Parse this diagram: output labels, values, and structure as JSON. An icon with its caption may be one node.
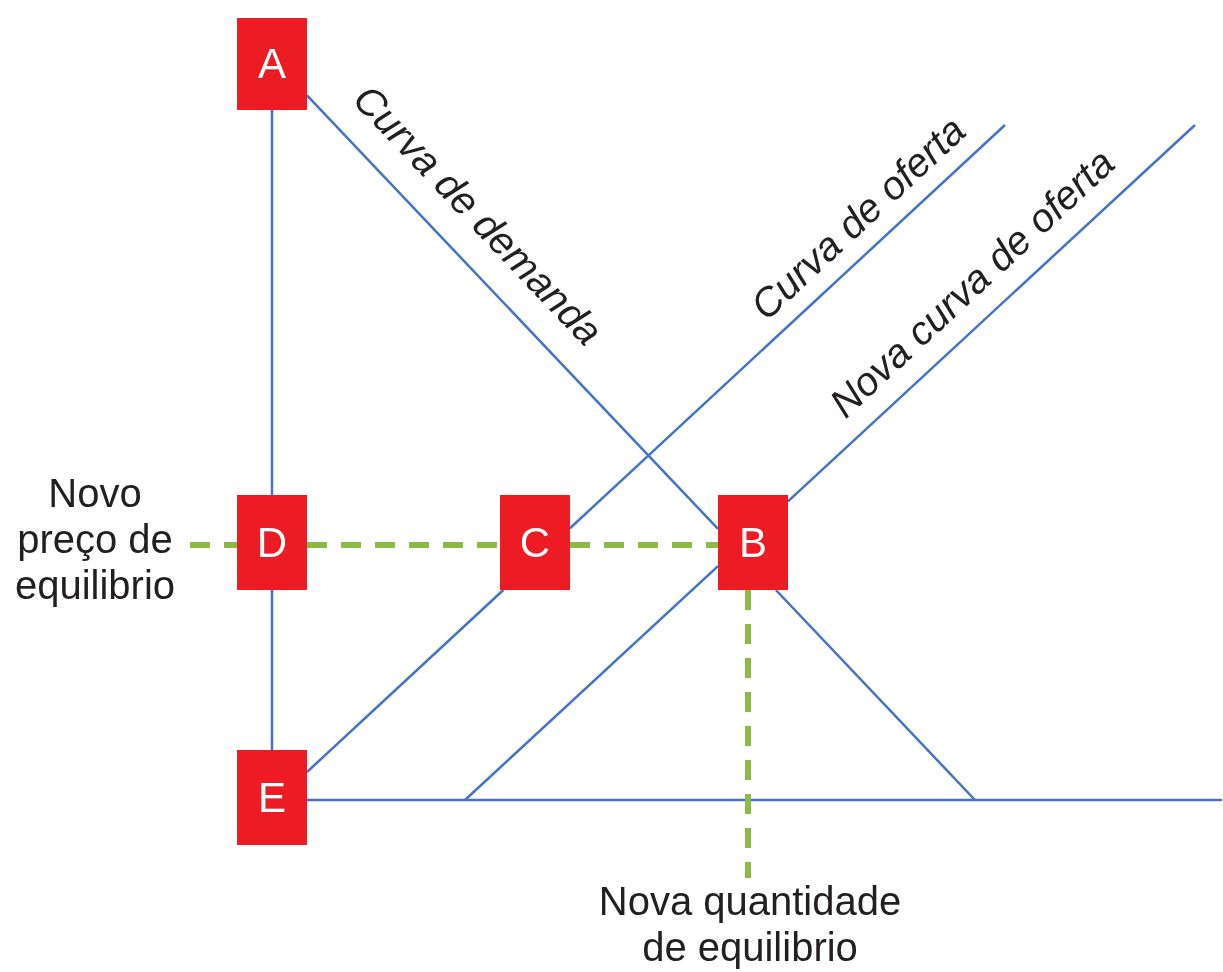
{
  "diagram": {
    "nodes": [
      {
        "text": [
          "A"
        ]
      },
      {
        "text": [
          "Novo preço de equilibrio"
        ]
      },
      {
        "text": [
          "D"
        ]
      },
      {
        "text": [
          "C"
        ]
      },
      {
        "text": [
          "B"
        ]
      },
      {
        "text": [
          "E"
        ]
      },
      {
        "text": [
          "Nova quantidade de equilibrio"
        ]
      }
    ],
    "edges": [
      {
        "from": 0,
        "to": 2,
        "arrow": "none"
      },
      {
        "from": 2,
        "to": 5,
        "arrow": "none"
      },
      {
        "from": 0,
        "to": 4,
        "arrow": "none"
      },
      {
        "from": 4,
        "to": null,
        "arrow": "none"
      },
      {
        "from": 5,
        "to": 3,
        "arrow": "none"
      },
      {
        "from": 3,
        "to": null,
        "arrow": "none"
      },
      {
        "from": 5,
        "to": null,
        "arrow": "none"
      },
      {
        "from": null,
        "to": 4,
        "arrow": "none"
      },
      {
        "from": 4,
        "to": null,
        "arrow": "none"
      },
      {
        "from": 1,
        "to": 2,
        "arrow": "none",
        "style": "dashed",
        "color": "#8cba45"
      },
      {
        "from": 2,
        "to": 3,
        "arrow": "none",
        "style": "dashed",
        "color": "#8cba45"
      },
      {
        "from": 3,
        "to": 4,
        "arrow": "none",
        "style": "dashed",
        "color": "#8cba45"
      },
      {
        "from": 4,
        "to": 6,
        "arrow": "none",
        "style": "dashed",
        "color": "#8cba45"
      }
    ],
    "labels": [
      "Curva de demanda",
      "Curva de oferta",
      "Nova curva de oferta"
    ]
  }
}
